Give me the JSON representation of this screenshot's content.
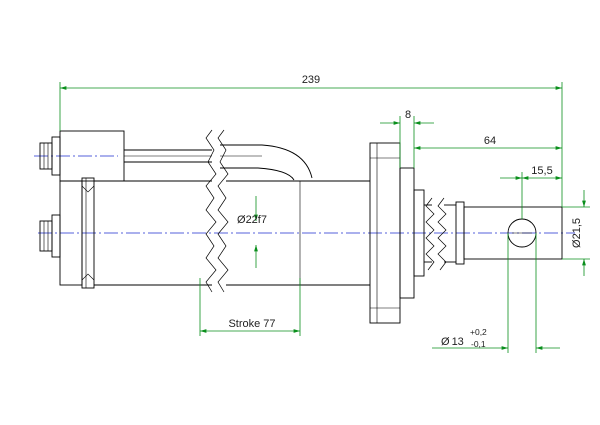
{
  "dimensions": {
    "overall_length": "239",
    "flange_thickness": "8",
    "flange_to_end": "64",
    "pin_offset": "15,5",
    "rod_diameter": "22f7",
    "clevis_diameter": "21,5",
    "stroke": "Stroke 77",
    "pin_hole_diameter": "13",
    "pin_tol_upper": "+0,2",
    "pin_tol_lower": "-0,1"
  },
  "symbols": {
    "diameter": "Ø"
  },
  "colors": {
    "dimension": "#0a8f1c",
    "centerline": "#1f2fd0",
    "outline": "#000000"
  }
}
